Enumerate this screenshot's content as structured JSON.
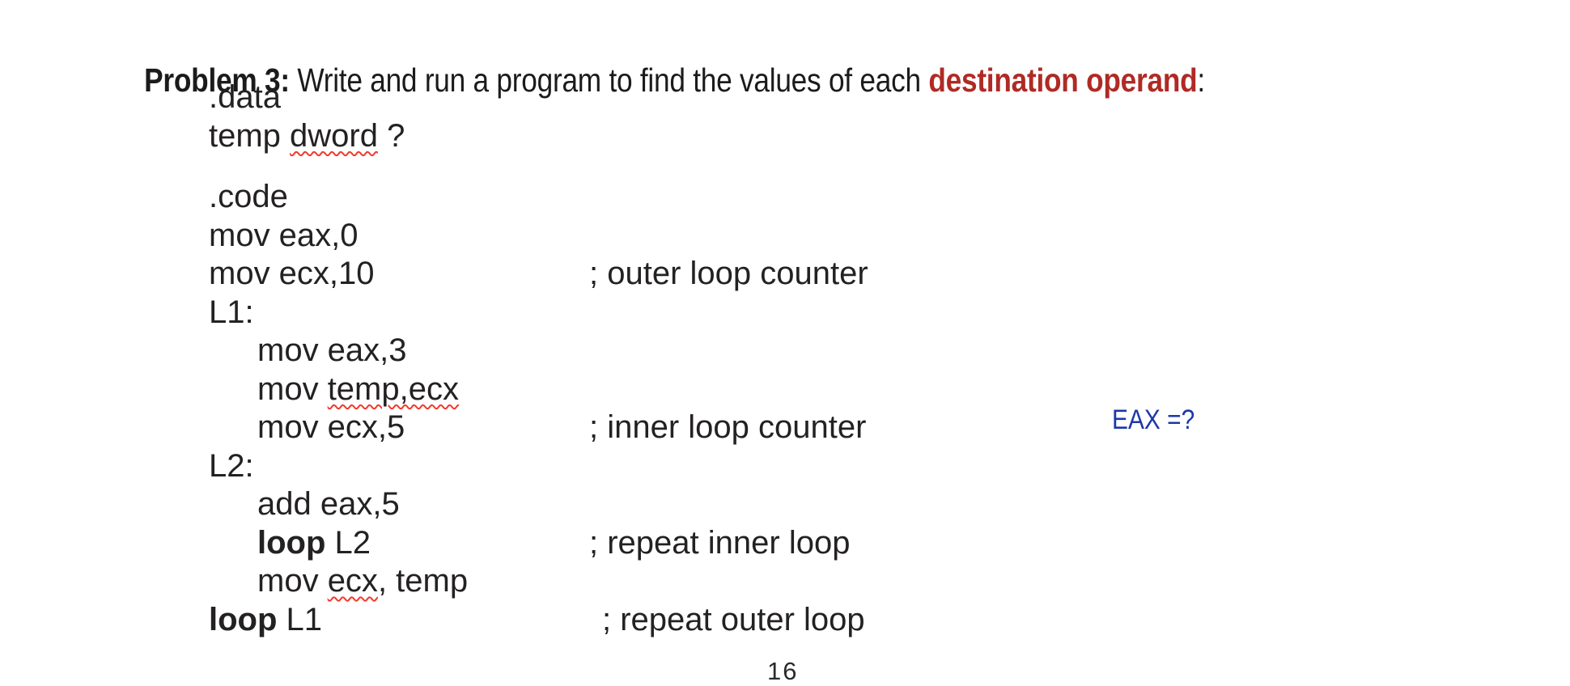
{
  "title": {
    "prefix": "Problem 3:",
    "middle": " Write and run a program to find the values of each ",
    "highlight": "destination operand",
    "suffix": ":"
  },
  "colors": {
    "body_text": "#242122",
    "title_text": "#1b1b1b",
    "highlight_red": "#b02a24",
    "annotation_blue": "#1c38a8",
    "squiggle_red": "#f23a2c",
    "background": "#ffffff"
  },
  "code": {
    "lines": [
      {
        "tokens": [
          {
            "t": ".data"
          }
        ]
      },
      {
        "tokens": [
          {
            "t": "temp "
          },
          {
            "t": "dword",
            "s": true
          },
          {
            "t": " ?"
          }
        ]
      },
      {
        "blank": true
      },
      {
        "tokens": [
          {
            "t": ".code"
          }
        ]
      },
      {
        "tokens": [
          {
            "t": "mov eax,0"
          }
        ]
      },
      {
        "tokens": [
          {
            "t": "mov ecx,10"
          }
        ],
        "comment": "; outer loop counter"
      },
      {
        "tokens": [
          {
            "t": "L1:"
          }
        ]
      },
      {
        "indent": 1,
        "tokens": [
          {
            "t": "mov eax,3"
          }
        ]
      },
      {
        "indent": 1,
        "tokens": [
          {
            "t": "mov "
          },
          {
            "t": "temp,ecx",
            "s": true
          }
        ]
      },
      {
        "indent": 1,
        "tokens": [
          {
            "t": "mov ecx,5"
          }
        ],
        "comment": "; inner loop counter"
      },
      {
        "tokens": [
          {
            "t": "L2:"
          }
        ]
      },
      {
        "indent": 1,
        "tokens": [
          {
            "t": "add eax,5"
          }
        ]
      },
      {
        "indent": 1,
        "tokens": [
          {
            "t": "loop",
            "b": true
          },
          {
            "t": " L2"
          }
        ],
        "comment": "; repeat inner loop"
      },
      {
        "indent": 1,
        "tokens": [
          {
            "t": "mov "
          },
          {
            "t": "ecx",
            "s": true
          },
          {
            "t": ", temp"
          }
        ]
      },
      {
        "tokens": [
          {
            "t": "loop",
            "b": true
          },
          {
            "t": " L1"
          }
        ],
        "comment": "; repeat outer loop",
        "shift": true
      }
    ]
  },
  "annotation": {
    "text": "EAX =?"
  },
  "page_number": "16"
}
